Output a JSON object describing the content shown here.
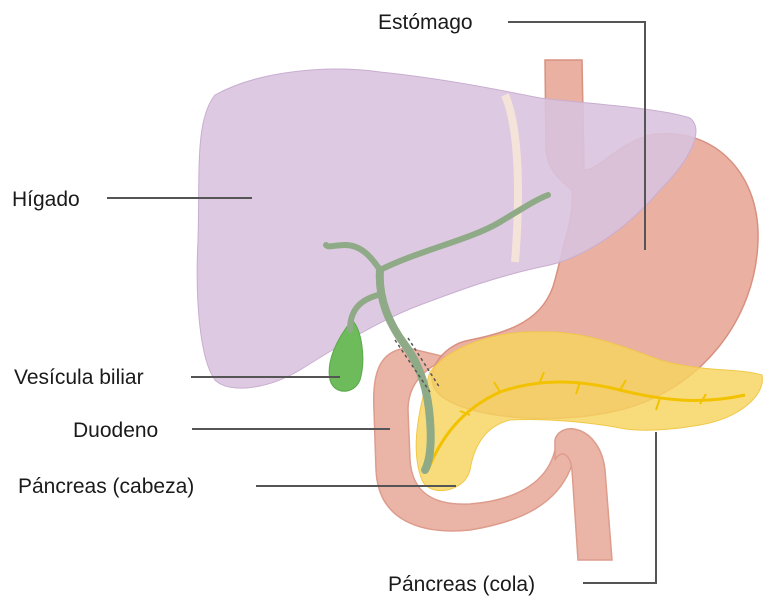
{
  "labels": {
    "stomach": "Estómago",
    "liver": "Hígado",
    "gallbladder": "Vesícula biliar",
    "duodenum": "Duodeno",
    "pancreas_head": "Páncreas (cabeza)",
    "pancreas_tail": "Páncreas (cola)"
  },
  "colors": {
    "liver": "#d9c3de",
    "stomach": "#e8a99a",
    "duodenum": "#eab5a6",
    "pancreas": "#f7d45e",
    "pancreatic_duct": "#f2c200",
    "bile_duct": "#8faa86",
    "gallbladder": "#6dbb5a",
    "leader_line": "#555555"
  }
}
